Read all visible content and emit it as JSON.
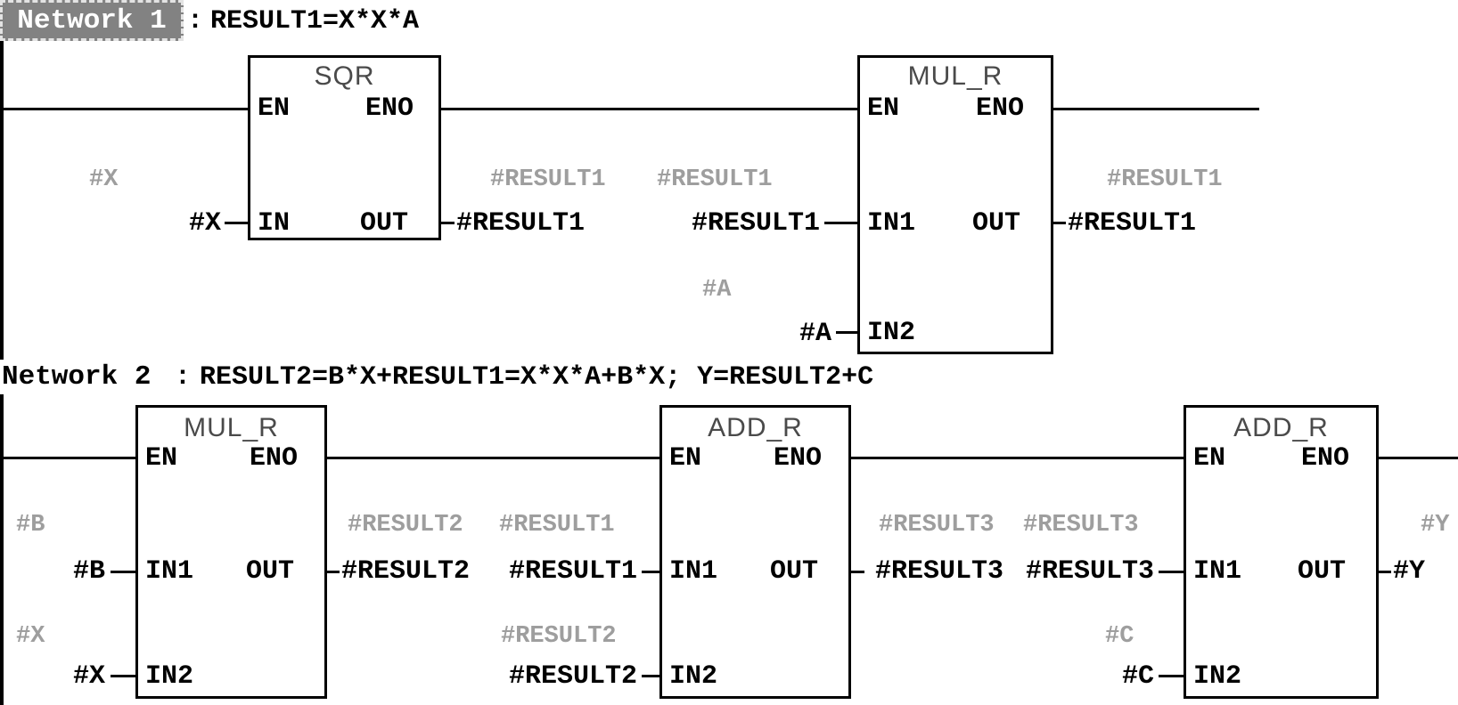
{
  "colors": {
    "line": "#000000",
    "operand_black": "#000000",
    "symbol_comment_gray": "#9e9e9e",
    "block_title_gray": "#4a4a4a",
    "selection_bg": "#828282",
    "selection_border": "#e3e3e3"
  },
  "networks": [
    {
      "label": "Network 1",
      "separator": ":",
      "code": "RESULT1=X*X*A",
      "blocks": {
        "sqr": {
          "title": "SQR",
          "en": "EN",
          "eno": "ENO",
          "in": "IN",
          "out": "OUT"
        },
        "mul": {
          "title": "MUL_R",
          "en": "EN",
          "eno": "ENO",
          "in1": "IN1",
          "in2": "IN2",
          "out": "OUT"
        }
      },
      "operands": {
        "x": "#X",
        "x_comment": "#X",
        "result1_out": "#RESULT1",
        "result1_out_comment": "#RESULT1",
        "result1_in": "#RESULT1",
        "result1_in_comment": "#RESULT1",
        "a": "#A",
        "a_comment": "#A",
        "result1_final": "#RESULT1",
        "result1_final_comment": "#RESULT1"
      }
    },
    {
      "label": "Network 2",
      "separator": ":",
      "code": "RESULT2=B*X+RESULT1=X*X*A+B*X; Y=RESULT2+C",
      "blocks": {
        "mul": {
          "title": "MUL_R",
          "en": "EN",
          "eno": "ENO",
          "in1": "IN1",
          "in2": "IN2",
          "out": "OUT"
        },
        "add1": {
          "title": "ADD_R",
          "en": "EN",
          "eno": "ENO",
          "in1": "IN1",
          "in2": "IN2",
          "out": "OUT"
        },
        "add2": {
          "title": "ADD_R",
          "en": "EN",
          "eno": "ENO",
          "in1": "IN1",
          "in2": "IN2",
          "out": "OUT"
        }
      },
      "operands": {
        "b": "#B",
        "b_comment": "#B",
        "x": "#X",
        "x_comment": "#X",
        "result2_out": "#RESULT2",
        "result2_out_comment": "#RESULT2",
        "result1_in": "#RESULT1",
        "result1_in_comment": "#RESULT1",
        "result2_in": "#RESULT2",
        "result2_in_comment": "#RESULT2",
        "result3_out": "#RESULT3",
        "result3_out_comment": "#RESULT3",
        "result3_in": "#RESULT3",
        "result3_in_comment": "#RESULT3",
        "c": "#C",
        "c_comment": "#C",
        "y": "#Y",
        "y_comment": "#Y"
      }
    }
  ]
}
